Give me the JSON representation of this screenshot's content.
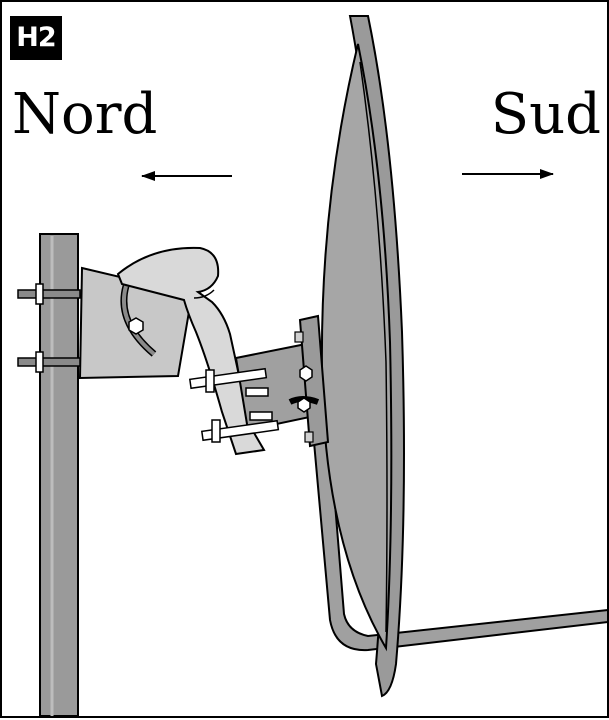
{
  "badge": {
    "text": "H2"
  },
  "directions": {
    "north": "Nord",
    "south": "Sud"
  },
  "colors": {
    "outline": "#000000",
    "metal": "#9a9a9a",
    "dish_face": "#a6a6a6",
    "light_part": "#d9d9d9",
    "bracket": "#c8c8c8"
  },
  "icons": {
    "left_arrow": "arrow-left-icon",
    "right_arrow": "arrow-right-icon"
  }
}
